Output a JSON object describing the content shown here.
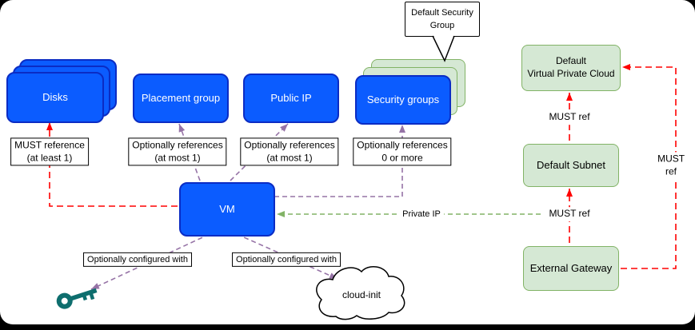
{
  "nodes": {
    "disks": {
      "label": "Disks"
    },
    "placement_group": {
      "label": "Placement group"
    },
    "public_ip": {
      "label": "Public IP"
    },
    "security_groups": {
      "label": "Security groups"
    },
    "vm": {
      "label": "VM"
    },
    "default_vpc": {
      "label": "Default\nVirtual Private Cloud"
    },
    "default_subnet": {
      "label": "Default Subnet"
    },
    "external_gateway": {
      "label": "External Gateway"
    },
    "cloud_init": {
      "label": "cloud-init"
    }
  },
  "callout": {
    "label": "Default Security\nGroup"
  },
  "edge_labels": {
    "vm_disks": "MUST reference\n(at least 1)",
    "vm_placement_group": "Optionally references\n(at most 1)",
    "vm_public_ip": "Optionally references\n(at most 1)",
    "vm_security_groups": "Optionally references\n0 or more",
    "subnet_vpc": "MUST ref",
    "gateway_subnet": "MUST ref",
    "gateway_vpc": "MUST ref",
    "subnet_vm_private_ip": "Private IP",
    "vm_key": "Optionally configured with",
    "vm_cloud_init": "Optionally configured with"
  },
  "colors": {
    "node_blue_fill": "#0b5cff",
    "node_blue_border": "#0b2cc4",
    "node_green_fill": "#d5e8d4",
    "node_green_border": "#82b366",
    "edge_red": "#ff0000",
    "edge_purple": "#9673a6",
    "edge_green": "#82b366",
    "key_color": "#0e6e6e",
    "page_background": "#000000",
    "canvas_background": "#ffffff"
  }
}
